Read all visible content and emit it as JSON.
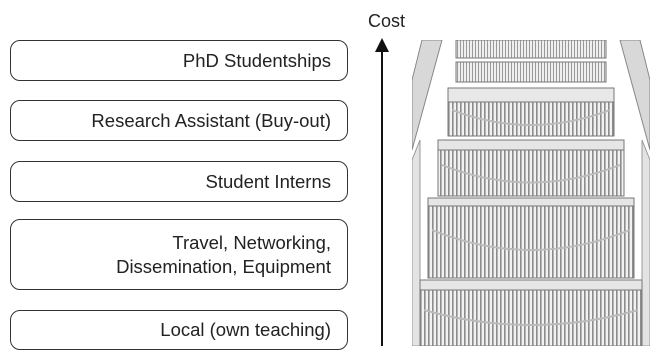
{
  "axis": {
    "label": "Cost"
  },
  "steps": [
    {
      "lines": [
        "PhD Studentships"
      ]
    },
    {
      "lines": [
        "Research Assistant (Buy-out)"
      ]
    },
    {
      "lines": [
        "Student Interns"
      ]
    },
    {
      "lines": [
        "Travel, Networking,",
        "Dissemination, Equipment"
      ]
    },
    {
      "lines": [
        "Local (own teaching)"
      ]
    }
  ],
  "image": {
    "name": "escalator-photo"
  },
  "colors": {
    "border": "#333333",
    "arrow": "#111111",
    "escalator": "#9a9a9a"
  }
}
